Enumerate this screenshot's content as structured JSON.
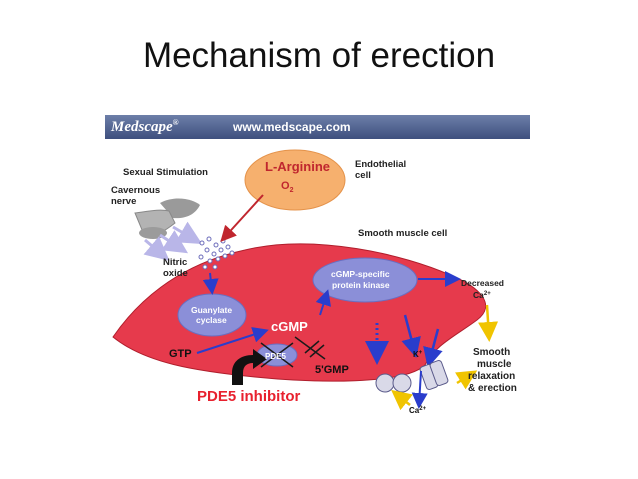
{
  "slide": {
    "title": "Mechanism of erection"
  },
  "banner": {
    "brand": "Medscape",
    "brand_mark": "®",
    "url": "www.medscape.com"
  },
  "diagram": {
    "sexual_stimulation": "Sexual Stimulation",
    "cavernous_nerve": [
      "Cavernous",
      "nerve"
    ],
    "l_arginine": "L-Arginine",
    "o2": "O",
    "o2_sub": "2",
    "endothelial_cell": [
      "Endothelial",
      "cell"
    ],
    "smooth_muscle_cell": "Smooth muscle cell",
    "nitric_oxide": [
      "Nitric",
      "oxide"
    ],
    "guanylate_cyclase": [
      "Guanylate",
      "cyclase"
    ],
    "cgmp_kinase": [
      "cGMP-specific",
      "protein kinase"
    ],
    "decreased_ca": "Decreased",
    "ca_label": "Ca",
    "ca_charge": "2+",
    "cgmp": "cGMP",
    "gtp": "GTP",
    "pde5": "PDE5",
    "five_gmp": "5'GMP",
    "k_label": "K",
    "k_charge": "+",
    "relaxation": [
      "Smooth",
      "muscle",
      "relaxation",
      "& erection"
    ],
    "pde5_inhibitor": "PDE5 inhibitor",
    "colors": {
      "cell": "#e63a4c",
      "endothelial": "#f6b06e",
      "enzyme": "#8b8fd8",
      "arrow": "#2a3dcc",
      "inhibitor_text": "#e8212e",
      "yellow_arrow": "#f0c400",
      "banner": "#4a5b8a"
    }
  }
}
